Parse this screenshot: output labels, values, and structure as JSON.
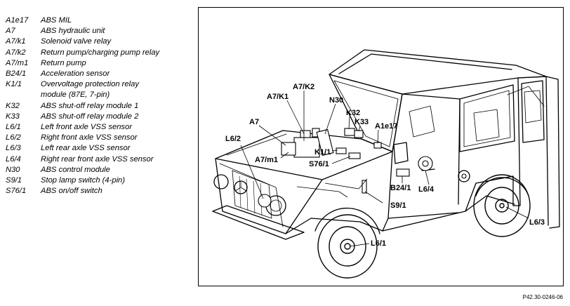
{
  "legend": [
    {
      "code": "A1e17",
      "desc": "ABS MIL"
    },
    {
      "code": "A7",
      "desc": "ABS hydraulic unit"
    },
    {
      "code": "A7/k1",
      "desc": "Solenoid valve relay"
    },
    {
      "code": "A7/k2",
      "desc": "Return pump/charging pump relay"
    },
    {
      "code": "A7/m1",
      "desc": "Return pump"
    },
    {
      "code": "B24/1",
      "desc": "Acceleration sensor"
    },
    {
      "code": "K1/1",
      "desc": "Overvoltage protection relay"
    },
    {
      "code": "",
      "desc": "module (87E, 7-pin)"
    },
    {
      "code": "K32",
      "desc": "ABS shut-off relay module 1"
    },
    {
      "code": "K33",
      "desc": "ABS shut-off relay module 2"
    },
    {
      "code": "L6/1",
      "desc": "Left front axle VSS sensor"
    },
    {
      "code": "L6/2",
      "desc": "Right front axle VSS sensor"
    },
    {
      "code": "L6/3",
      "desc": "Left rear axle VSS sensor"
    },
    {
      "code": "L6/4",
      "desc": "Right rear front axle VSS sensor"
    },
    {
      "code": "N30",
      "desc": "ABS control module"
    },
    {
      "code": "S9/1",
      "desc": "Stop lamp switch (4-pin)"
    },
    {
      "code": "S76/1",
      "desc": "ABS on/off switch"
    }
  ],
  "callouts": {
    "a7k2": "A7/K2",
    "a7k1": "A7/K1",
    "n30": "N30",
    "k32": "K32",
    "k33": "K33",
    "a1e17": "A1e17",
    "a7": "A7",
    "l62": "L6/2",
    "k11": "K1/1",
    "a7m1": "A7/m1",
    "s761": "S76/1",
    "b241": "B24/1",
    "l64": "L6/4",
    "s91": "S9/1",
    "l63": "L6/3",
    "l61": "L6/1"
  },
  "figure_ref": "P42.30-0246-06"
}
